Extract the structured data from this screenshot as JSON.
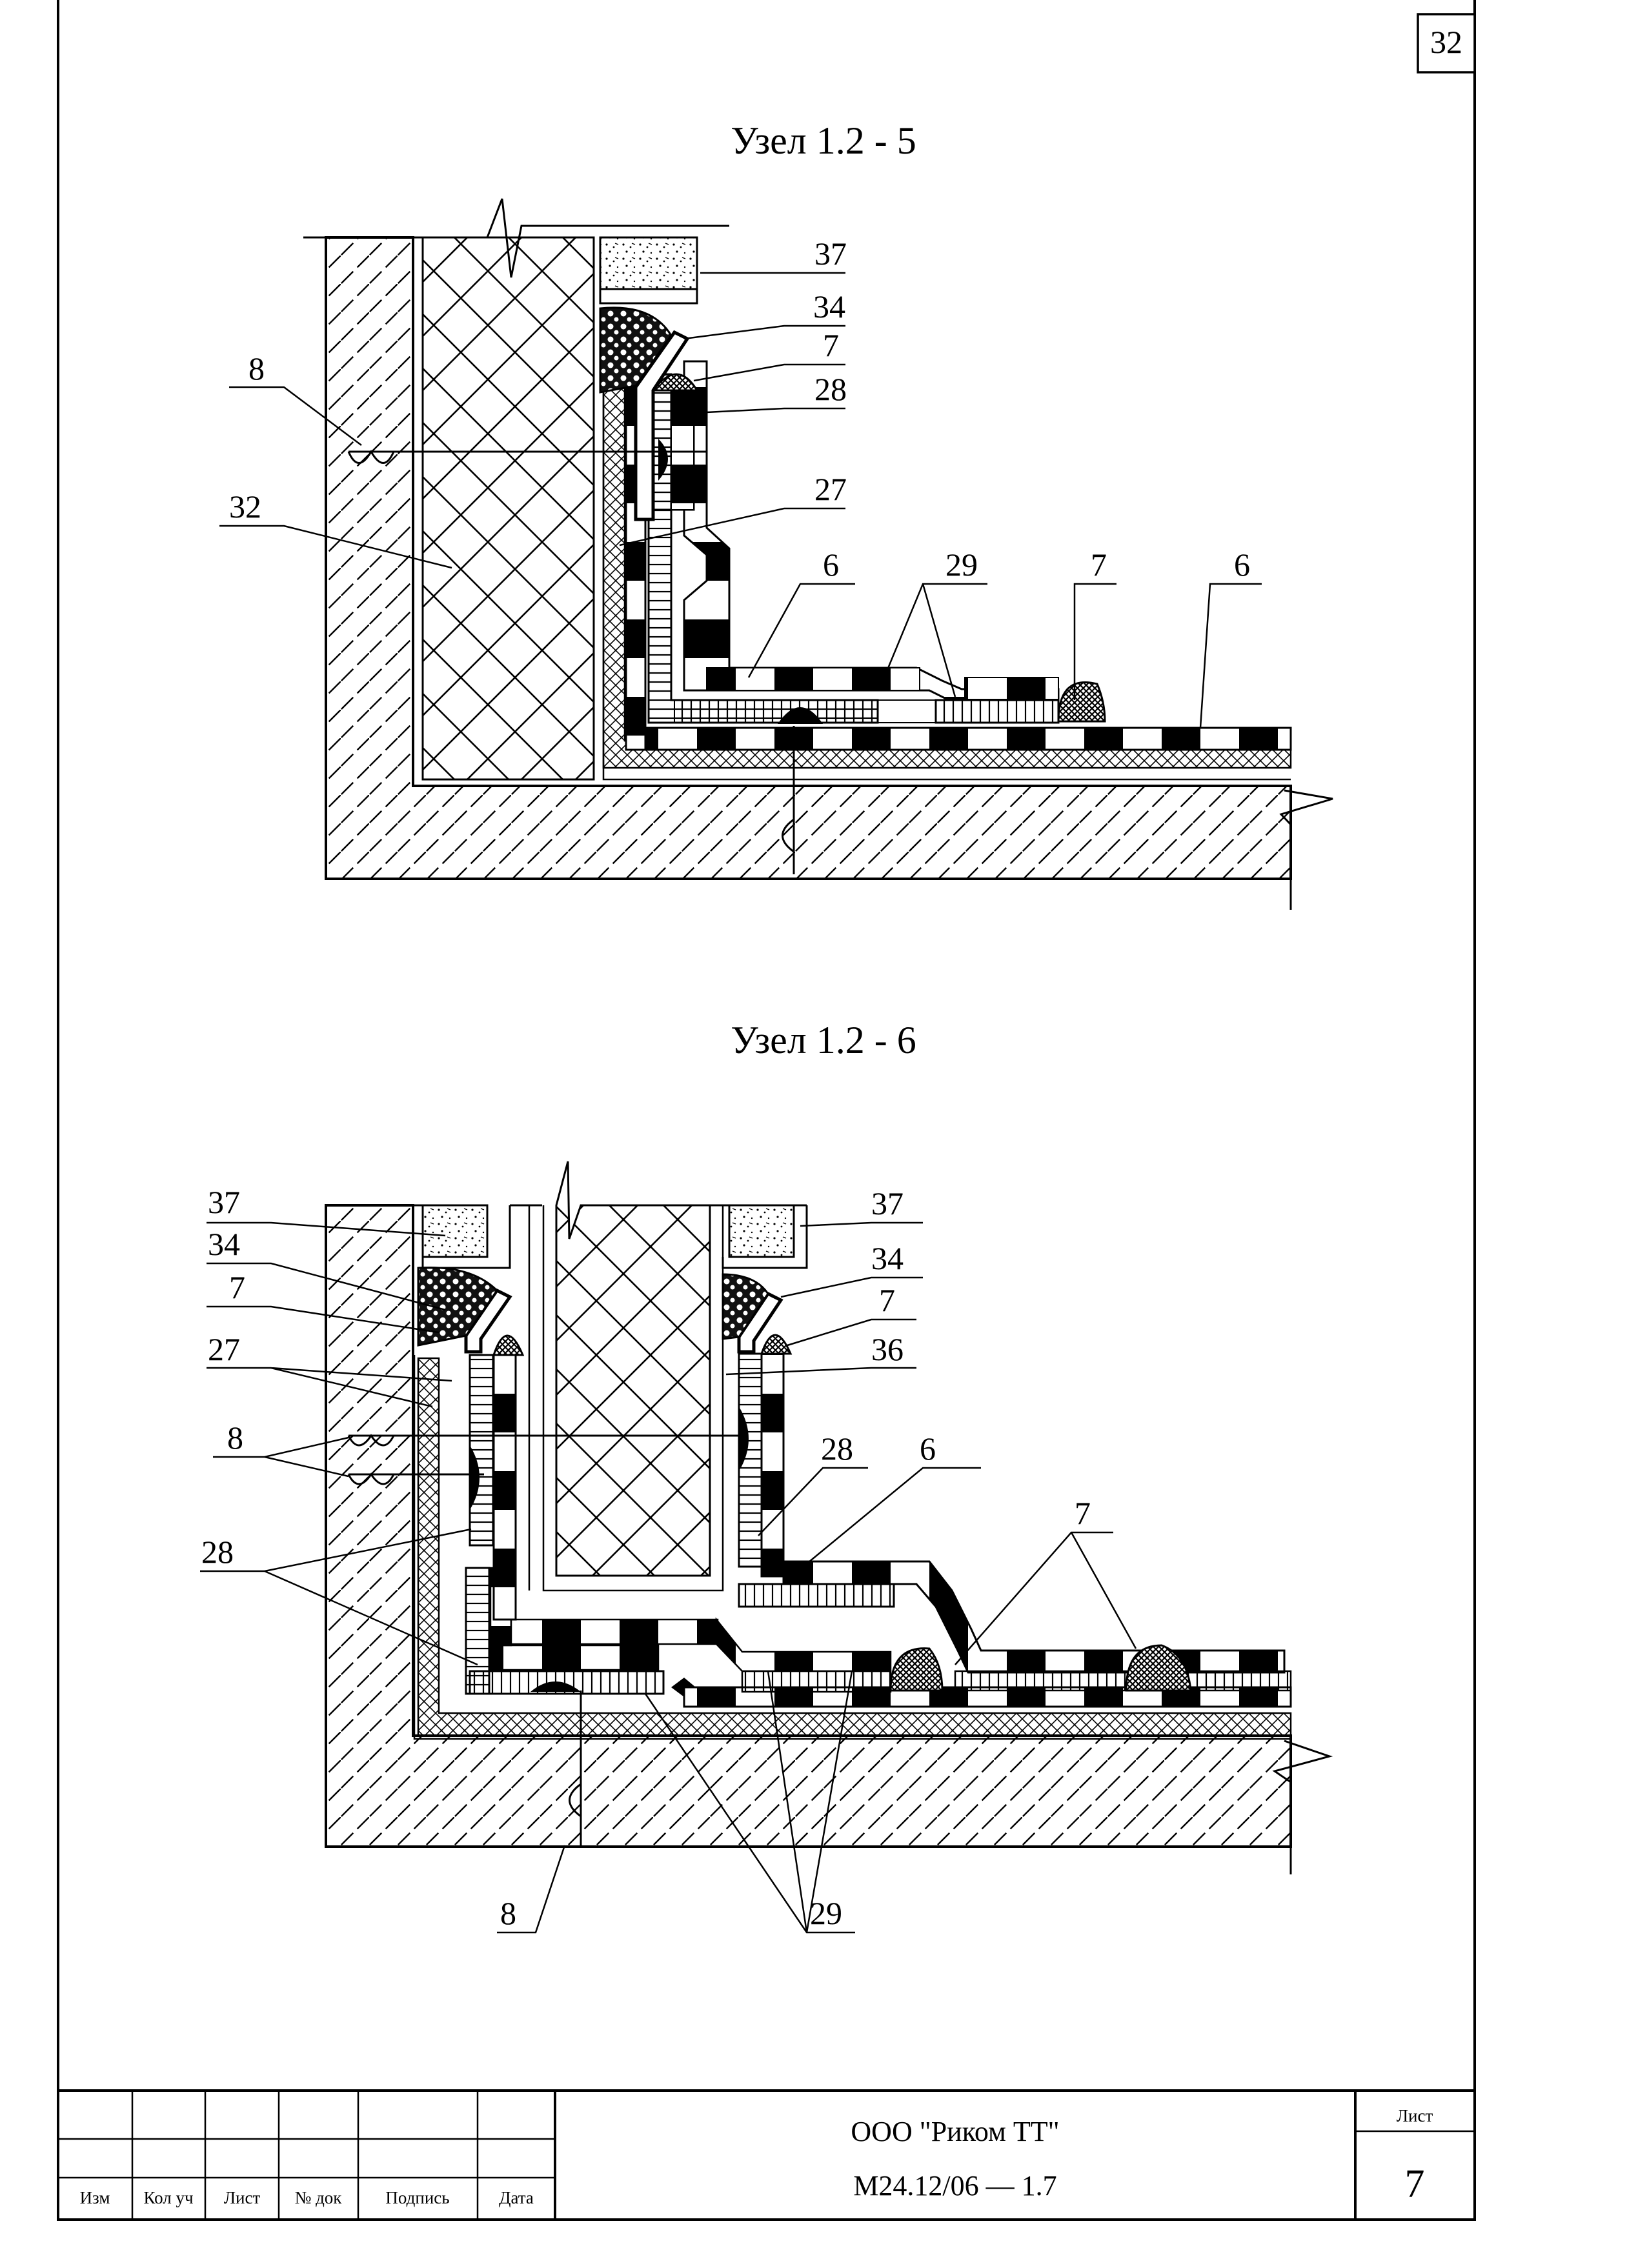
{
  "page": {
    "number": "32"
  },
  "detail_a": {
    "title": "Узел 1.2 - 5",
    "labels": {
      "l37": "37",
      "l34": "34",
      "l7a": "7",
      "l28": "28",
      "l8": "8",
      "l27": "27",
      "l32": "32",
      "l6a": "6",
      "l29": "29",
      "l7b": "7",
      "l6b": "6"
    }
  },
  "detail_b": {
    "title": "Узел 1.2 - 6",
    "labels": {
      "l37a": "37",
      "l34a": "34",
      "l7a": "7",
      "l27": "27",
      "l8a": "8",
      "l28a": "28",
      "l37b": "37",
      "l34b": "34",
      "l7b": "7",
      "l36": "36",
      "l28b": "28",
      "l6": "6",
      "l7c": "7",
      "l8b": "8",
      "l29": "29"
    }
  },
  "title_block": {
    "columns": [
      "Изм",
      "Кол уч",
      "Лист",
      "№ док",
      "Подпись",
      "Дата"
    ],
    "company": "ООО \"Риком ТТ\"",
    "doc_code": "М24.12/06 — 1.7",
    "sheet_label": "Лист",
    "sheet_number": "7"
  }
}
